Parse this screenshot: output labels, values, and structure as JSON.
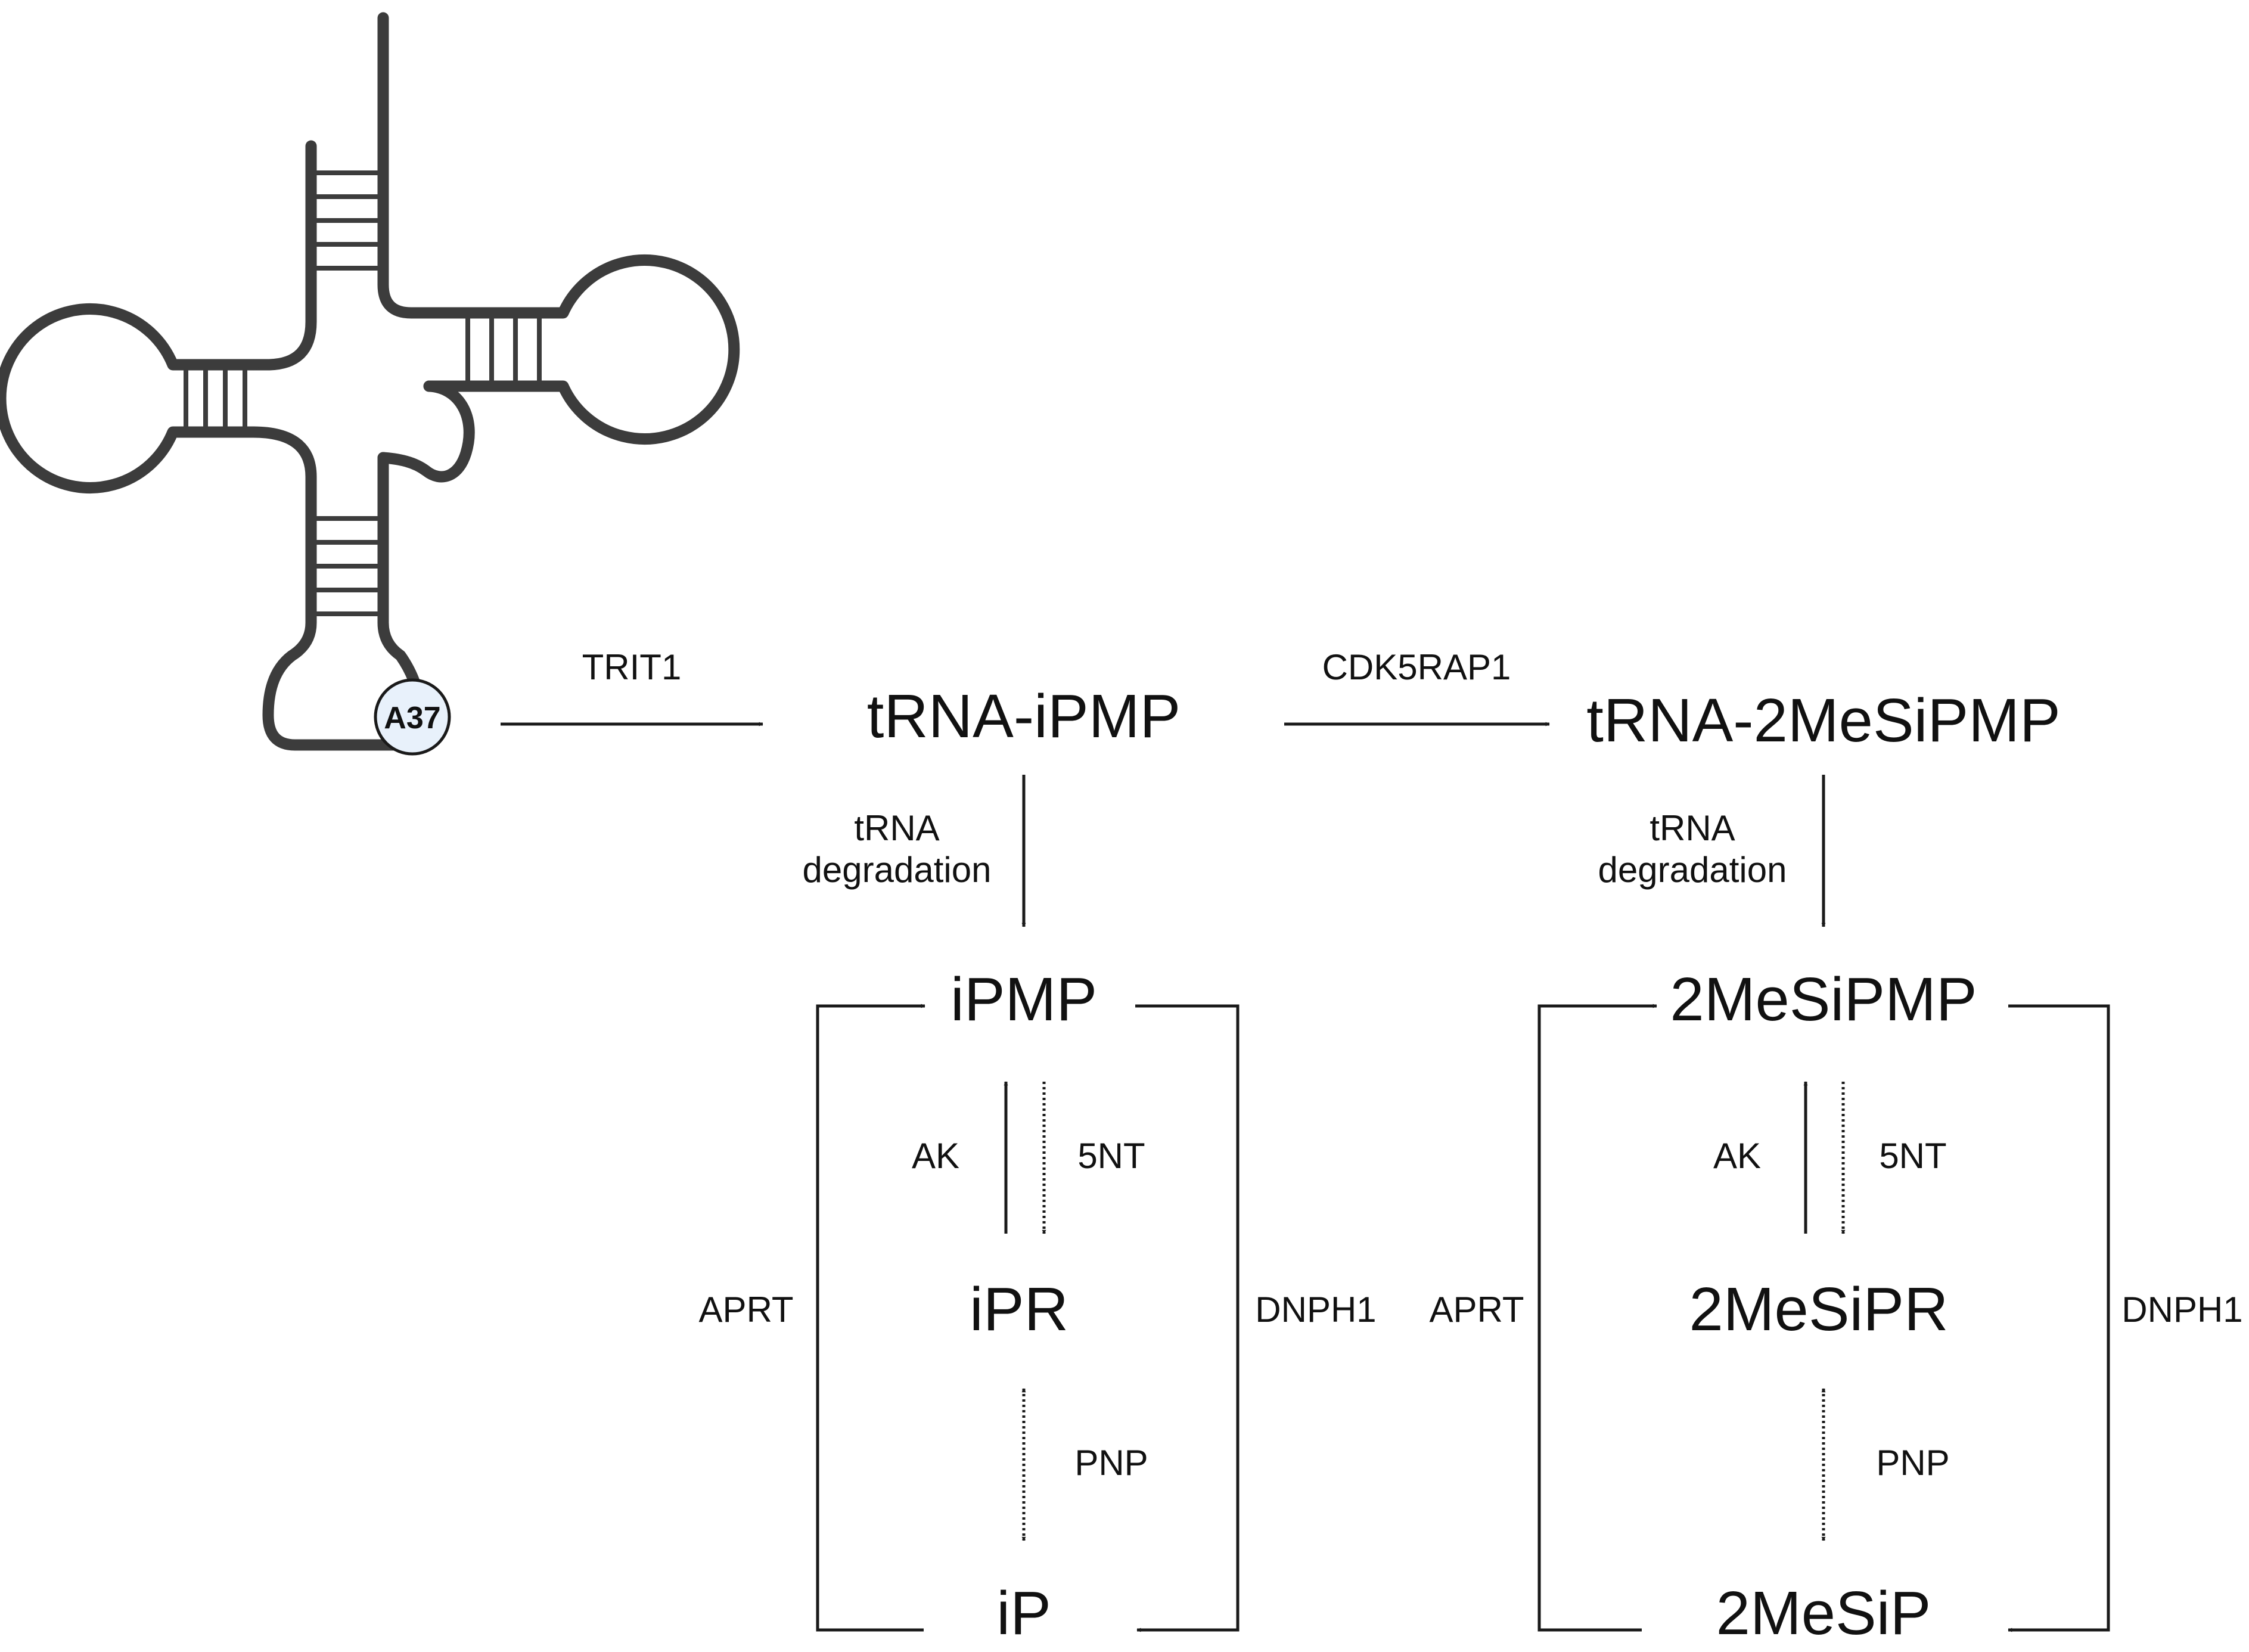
{
  "trna": {
    "residue_label": "A37"
  },
  "top_row": {
    "enzyme_1": "TRIT1",
    "product_1": "tRNA-iPMP",
    "enzyme_2": "CDK5RAP1",
    "product_2": "tRNA-2MeSiPMP"
  },
  "left_pathway": {
    "degradation_line1": "tRNA",
    "degradation_line2": "degradation",
    "monophosphate": "iPMP",
    "riboside": "iPR",
    "base": "iP",
    "kinase": "AK",
    "nucleotidase": "5NT",
    "phosphorylase": "PNP",
    "salvage_enzyme": "APRT",
    "hydrolase": "DNPH1"
  },
  "right_pathway": {
    "degradation_line1": "tRNA",
    "degradation_line2": "degradation",
    "monophosphate": "2MeSiPMP",
    "riboside": "2MeSiPR",
    "base": "2MeSiP",
    "kinase": "AK",
    "nucleotidase": "5NT",
    "phosphorylase": "PNP",
    "salvage_enzyme": "APRT",
    "hydrolase": "DNPH1"
  },
  "colors": {
    "trna_outline": "#3c3c3c",
    "a37_fill": "#e8f1fb",
    "arrow": "#1a1a1a",
    "text": "#111111"
  }
}
